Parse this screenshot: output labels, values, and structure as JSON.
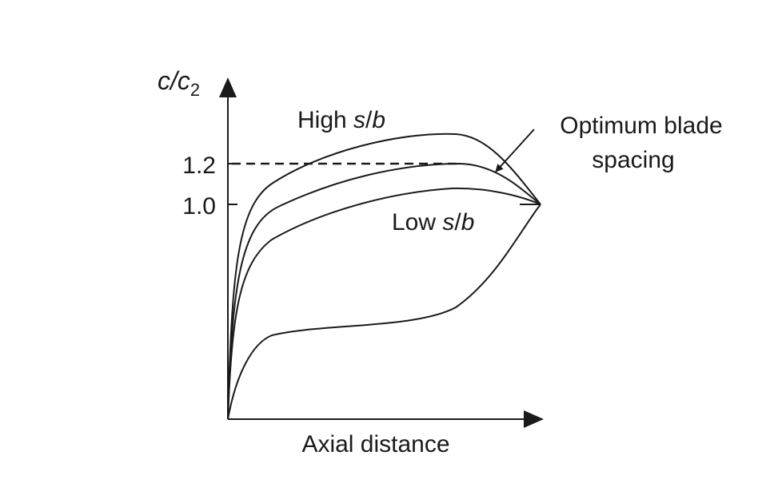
{
  "figure": {
    "y_axis_label": {
      "main": "c/c",
      "subscript": "2"
    },
    "x_axis_label": "Axial distance",
    "y_ticks": [
      "1.2",
      "1.0"
    ],
    "curve_labels": {
      "high": {
        "text": "High ",
        "var": "s",
        "slash": "/",
        "var2": "b"
      },
      "low": {
        "text": "Low ",
        "var": "s",
        "slash": "/",
        "var2": "b"
      }
    },
    "annotation": {
      "line1": "Optimum blade",
      "line2": "spacing"
    }
  }
}
